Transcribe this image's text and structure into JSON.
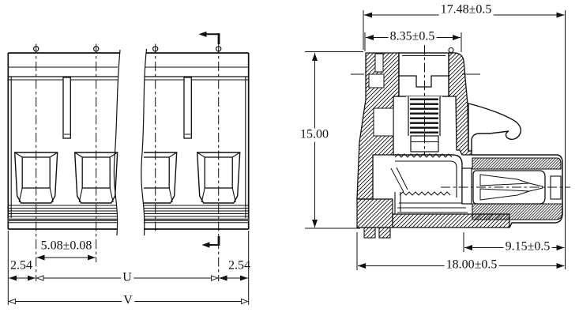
{
  "drawing": {
    "type": "terminal-block engineering drawing",
    "front_view": {
      "dimensions": {
        "pitch": "5.08±0.08",
        "margin_left": "2.54",
        "margin_right": "2.54",
        "span_label": "U",
        "overall_label": "V"
      }
    },
    "section_view": {
      "dimensions": {
        "top_width": "17.48±0.5",
        "screw_head_width": "8.35±0.5",
        "height": "15.00",
        "socket_depth": "9.15±0.5",
        "overall_depth": "18.00±0.5"
      }
    },
    "colors": {
      "line": "#111111",
      "background": "#ffffff",
      "gray_band": "#5a5a5a"
    }
  }
}
